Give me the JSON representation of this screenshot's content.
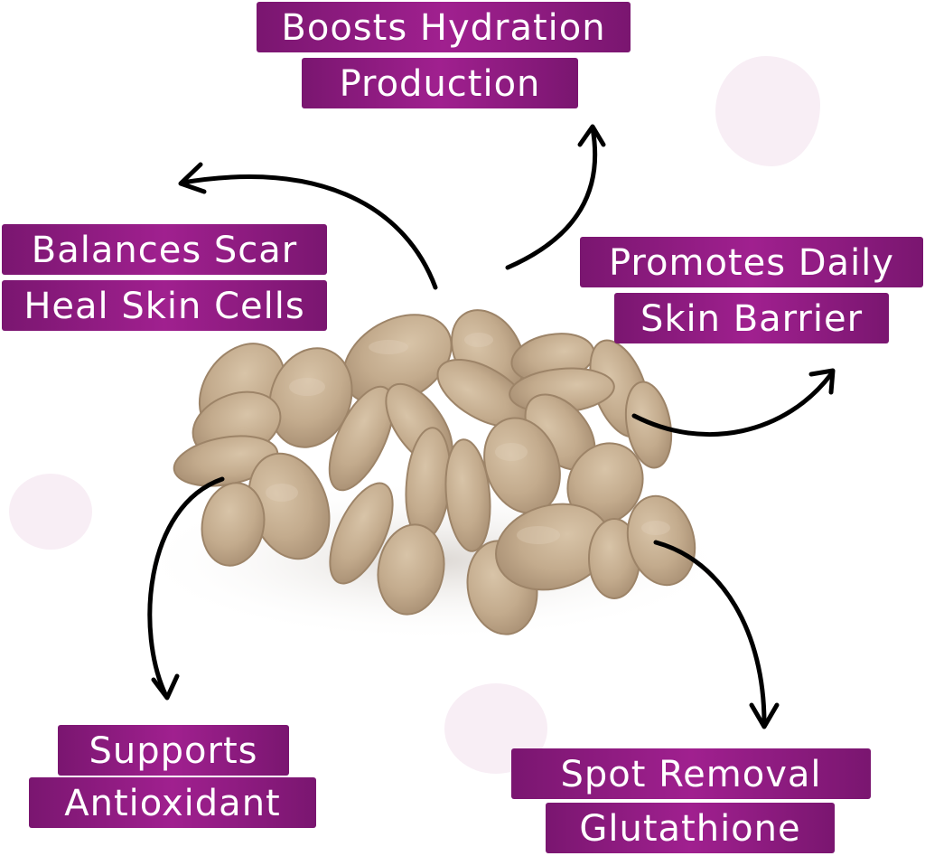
{
  "colors": {
    "label_bg_dark": "#7a1670",
    "label_bg_light": "#a0208f",
    "label_text": "#ffffff",
    "blob": "#f8eef5",
    "pill_base": "#c2aa8c",
    "pill_face": "#cdb79a",
    "pill_edge": "#a88f72",
    "arrow": "#000000"
  },
  "labels": {
    "hydration_line1": "Boosts Hydration",
    "hydration_line2": "Production",
    "scar_line1": "Balances Scar",
    "scar_line2": "Heal Skin Cells",
    "barrier_line1": "Promotes Daily",
    "barrier_line2": "Skin Barrier",
    "antioxidant_line1": "Supports",
    "antioxidant_line2": "Antioxidant",
    "spot_line1": "Spot Removal",
    "spot_line2": "Glutathione"
  }
}
